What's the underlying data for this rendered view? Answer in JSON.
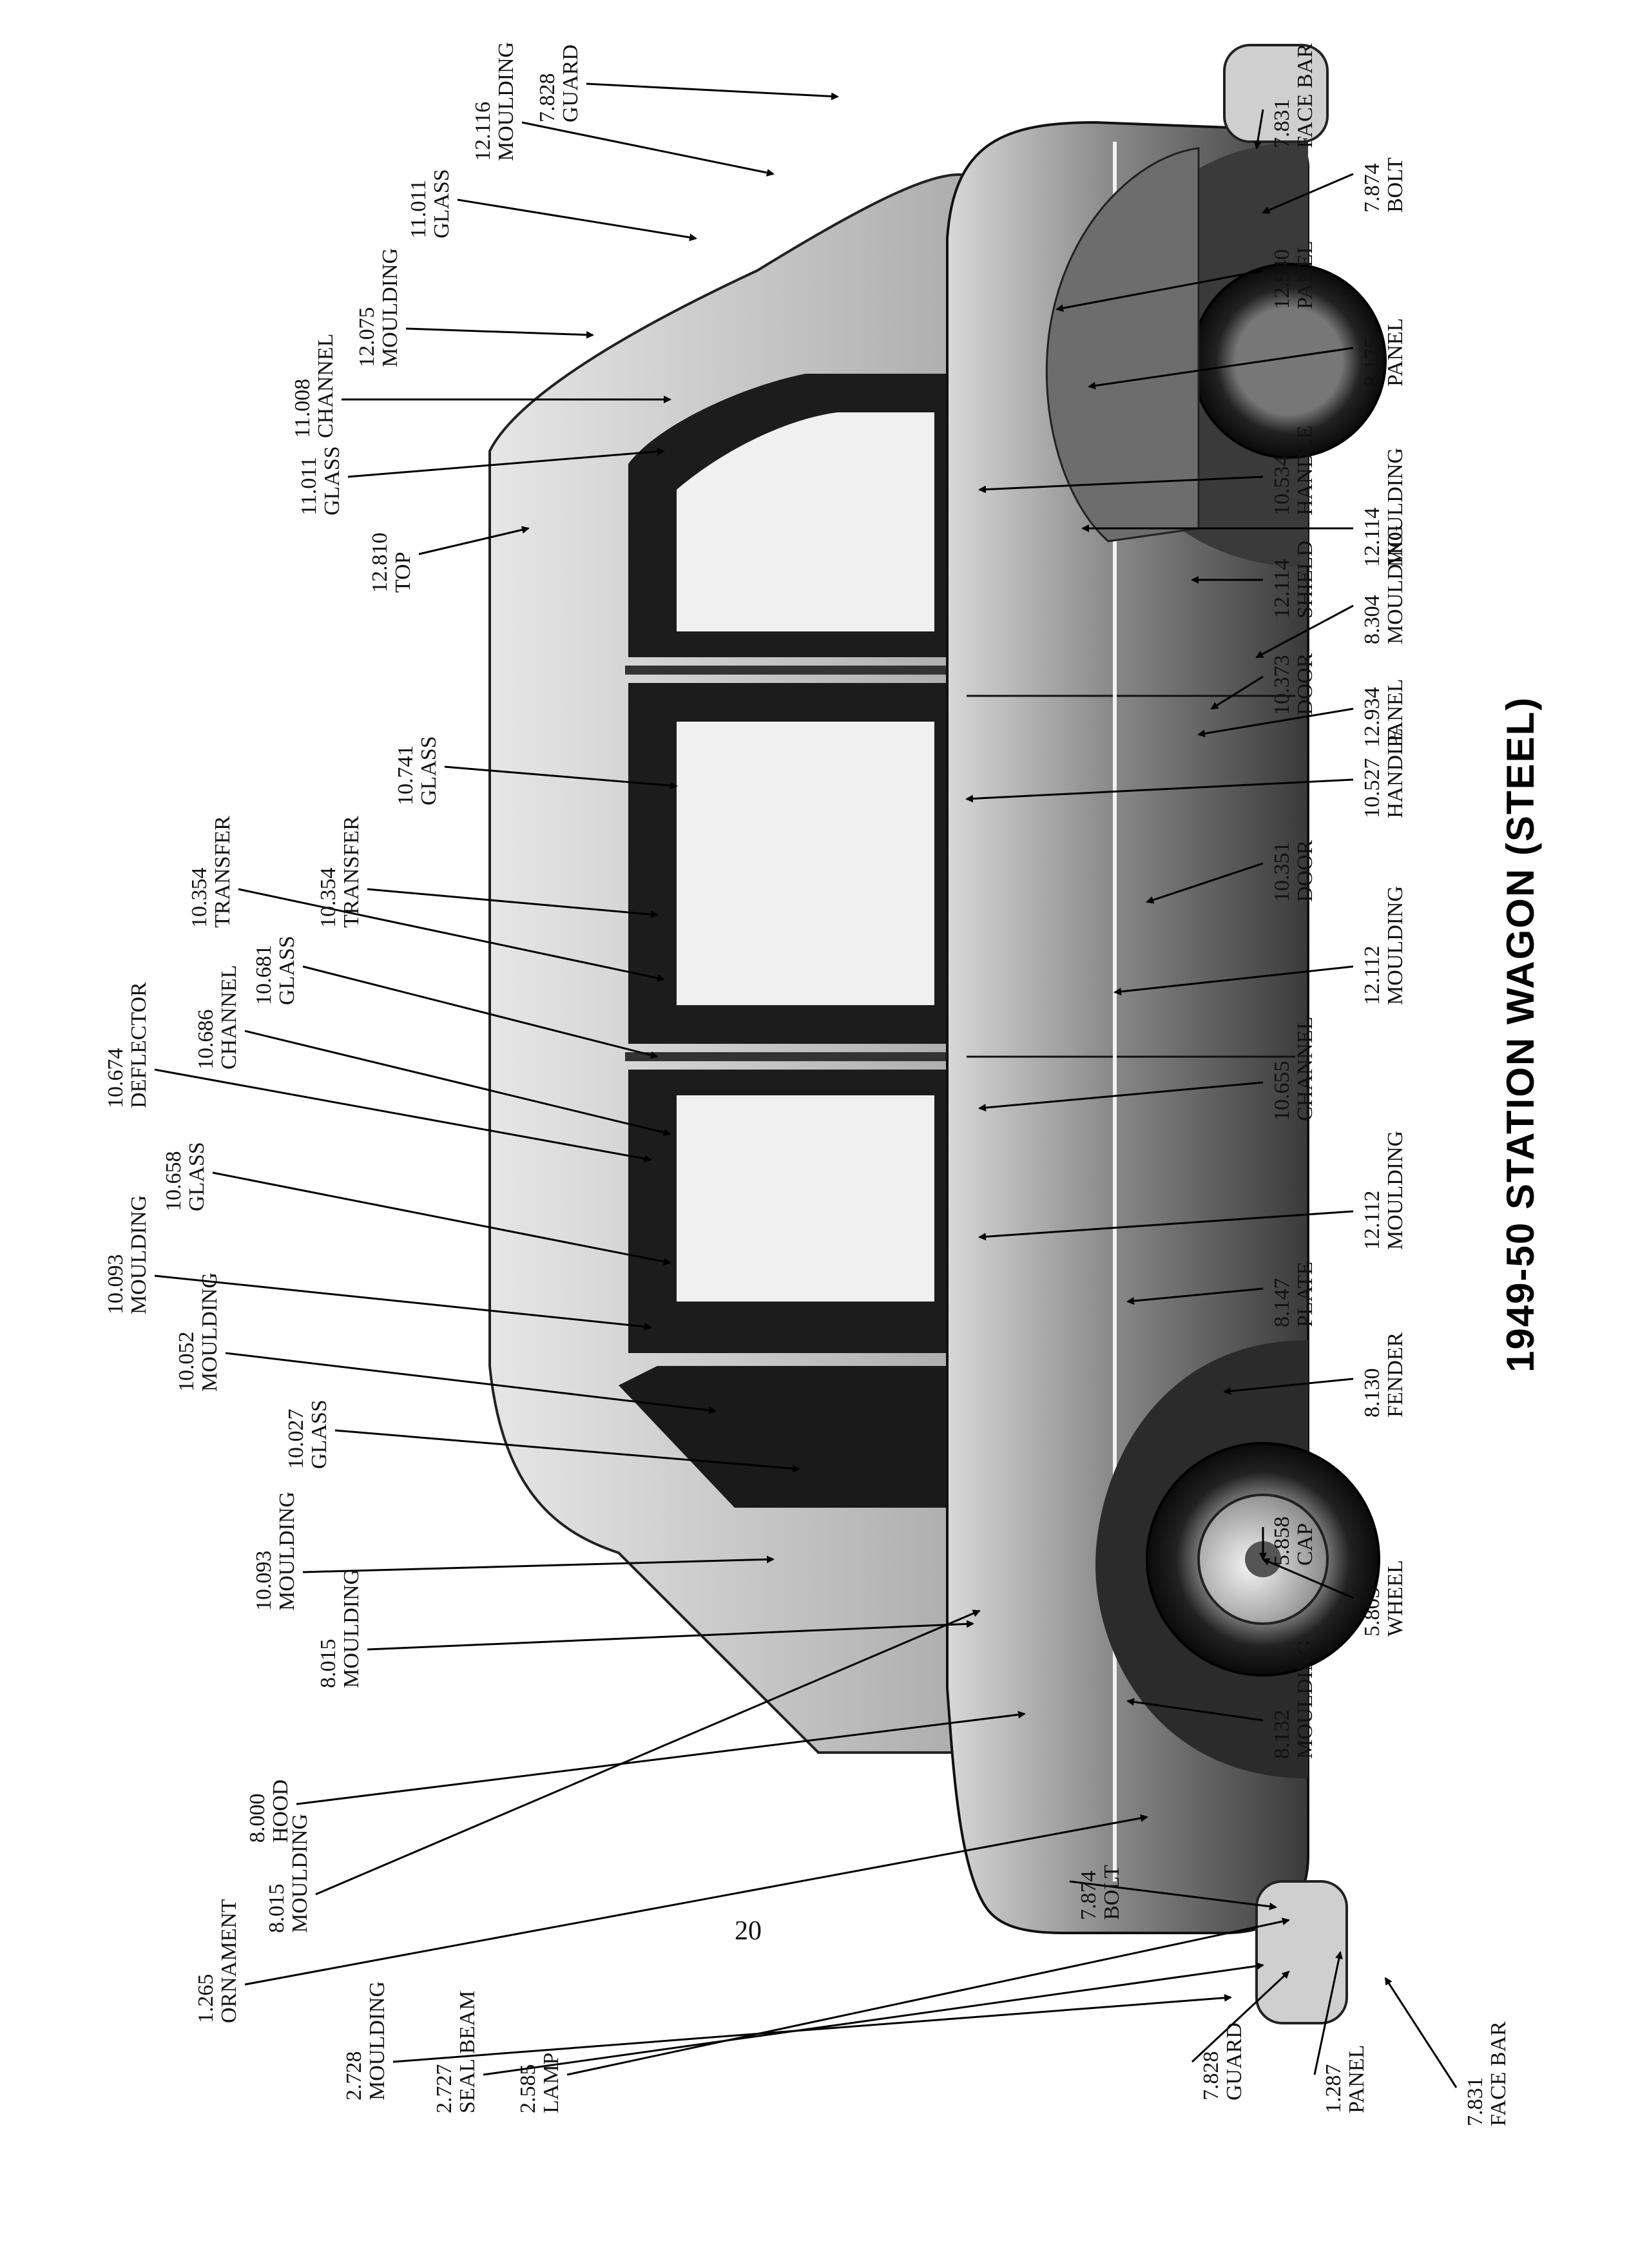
{
  "title": "1949-50 STATION WAGON (STEEL)",
  "page_number": "20",
  "callouts": [
    {
      "num": "1.265",
      "name": "ORNAMENT"
    },
    {
      "num": "1.287",
      "name": "PANEL"
    },
    {
      "num": "2.585",
      "name": "LAMP"
    },
    {
      "num": "2.727",
      "name": "SEAL BEAM"
    },
    {
      "num": "2.728",
      "name": "MOULDING"
    },
    {
      "num": "5.803",
      "name": "WHEEL"
    },
    {
      "num": "5.858",
      "name": "CAP"
    },
    {
      "num": "7.828",
      "name": "GUARD"
    },
    {
      "num": "7.828",
      "name": "GUARD"
    },
    {
      "num": "7.831",
      "name": "FACE BAR"
    },
    {
      "num": "7.831",
      "name": "FACE BAR"
    },
    {
      "num": "7.874",
      "name": "BOLT"
    },
    {
      "num": "7.874",
      "name": "BOLT"
    },
    {
      "num": "8.000",
      "name": "HOOD"
    },
    {
      "num": "8.015",
      "name": "MOULDING"
    },
    {
      "num": "8.015",
      "name": "MOULDING"
    },
    {
      "num": "8.130",
      "name": "FENDER"
    },
    {
      "num": "8.132",
      "name": "MOULDING"
    },
    {
      "num": "8.147",
      "name": "PLATE"
    },
    {
      "num": "8.175",
      "name": "PANEL"
    },
    {
      "num": "8.304",
      "name": "MOULDING"
    },
    {
      "num": "10.027",
      "name": "GLASS"
    },
    {
      "num": "10.052",
      "name": "MOULDING"
    },
    {
      "num": "10.093",
      "name": "MOULDING"
    },
    {
      "num": "10.093",
      "name": "MOULDING"
    },
    {
      "num": "10.351",
      "name": "DOOR"
    },
    {
      "num": "10.354",
      "name": "TRANSFER"
    },
    {
      "num": "10.354",
      "name": "TRANSFER"
    },
    {
      "num": "10.373",
      "name": "DOOR"
    },
    {
      "num": "10.527",
      "name": "HANDLE"
    },
    {
      "num": "10.534",
      "name": "HANDLE"
    },
    {
      "num": "10.655",
      "name": "CHANNEL"
    },
    {
      "num": "10.658",
      "name": "GLASS"
    },
    {
      "num": "10.674",
      "name": "DEFLECTOR"
    },
    {
      "num": "10.681",
      "name": "GLASS"
    },
    {
      "num": "10.686",
      "name": "CHANNEL"
    },
    {
      "num": "10.741",
      "name": "GLASS"
    },
    {
      "num": "11.008",
      "name": "CHANNEL"
    },
    {
      "num": "11.011",
      "name": "GLASS"
    },
    {
      "num": "11.011",
      "name": "GLASS"
    },
    {
      "num": "12.075",
      "name": "MOULDING"
    },
    {
      "num": "12.112",
      "name": "MOULDING"
    },
    {
      "num": "12.112",
      "name": "MOULDING"
    },
    {
      "num": "12.114",
      "name": "MOULDING"
    },
    {
      "num": "12.114",
      "name": "SHIELD"
    },
    {
      "num": "12.116",
      "name": "MOULDING"
    },
    {
      "num": "12.810",
      "name": "TOP"
    },
    {
      "num": "12.934",
      "name": "PANEL"
    },
    {
      "num": "12.940",
      "name": "PANEL"
    }
  ]
}
